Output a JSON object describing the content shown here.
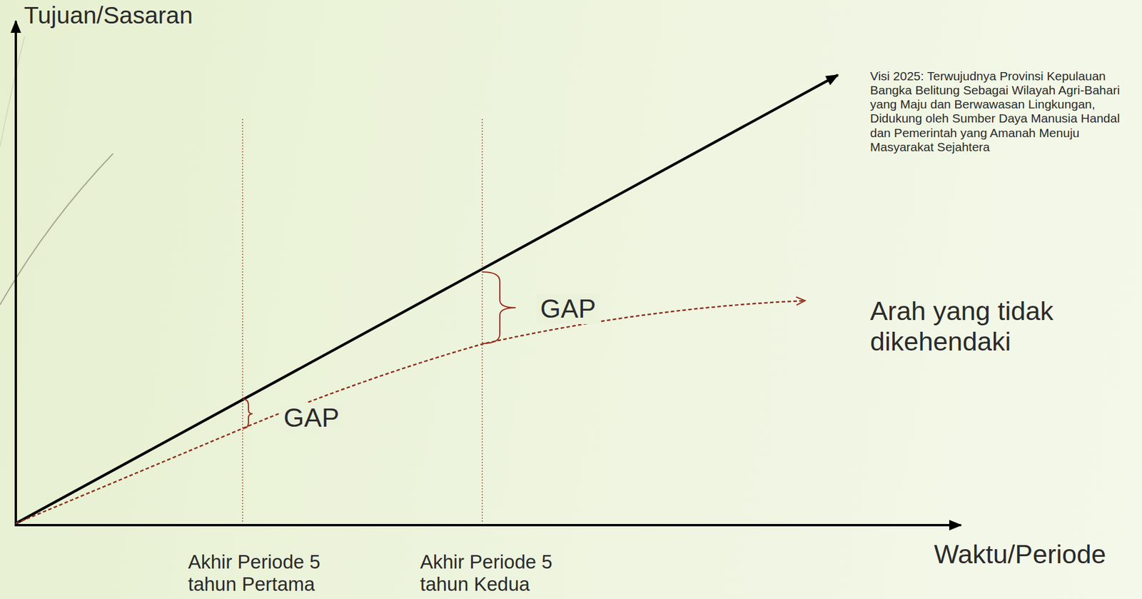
{
  "diagram": {
    "labels": [
      "Tujuan/Sasaran",
      "Visi 2025: Terwujudnya Provinsi Kepulauan Bangka Belitung Sebagai Wilayah Agri-Bahari yang Maju dan Berwawasan Lingkungan, Didukung oleh Sumber Daya Manusia Handal dan Pemerintah yang Amanah Menuju Masyarakat Sejahtera",
      "GAP",
      "Arah yang tidak dikehendaki",
      "GAP",
      "Akhir Periode 5 tahun Pertama",
      "Akhir Periode 5 tahun Kedua",
      "Waktu/Periode"
    ]
  }
}
